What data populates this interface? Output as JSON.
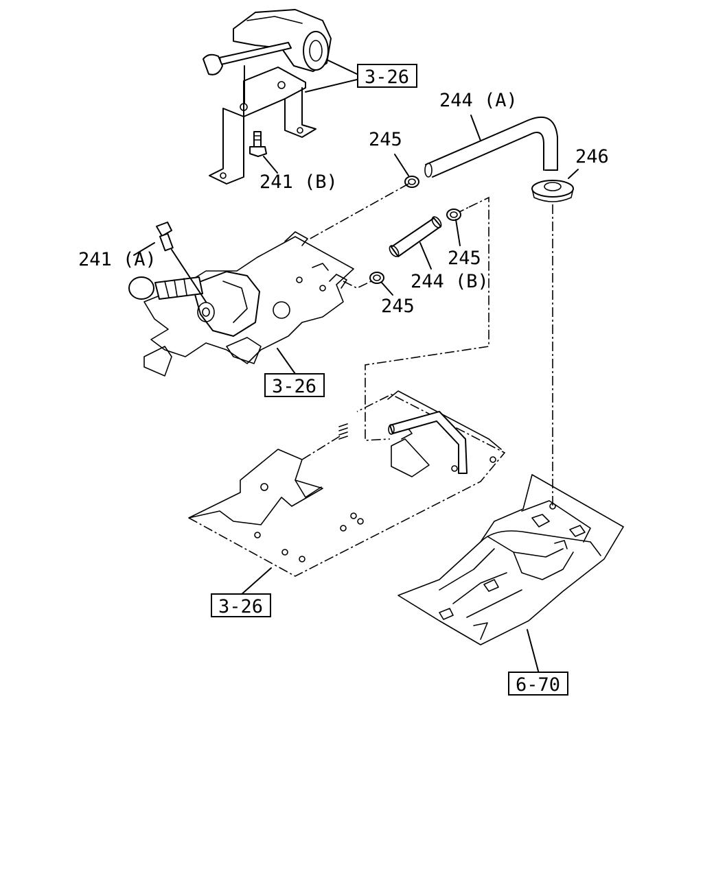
{
  "labels": {
    "ref_top": "3-26",
    "ref_mid": "3-26",
    "ref_bottom": "3-26",
    "ref_floor": "6-70",
    "p241a": "241 (A)",
    "p241b": "241 (B)",
    "p244a": "244 (A)",
    "p244b": "244 (B)",
    "p245_top": "245",
    "p245_right": "245",
    "p245_left": "245",
    "p246": "246"
  },
  "icons": {
    "lever_assembly": "shift-lever-icon",
    "bolt": "bolt-icon",
    "hose": "hose-icon",
    "clamp": "clamp-icon",
    "grommet": "grommet-icon",
    "floor_panel": "floor-panel-icon"
  }
}
